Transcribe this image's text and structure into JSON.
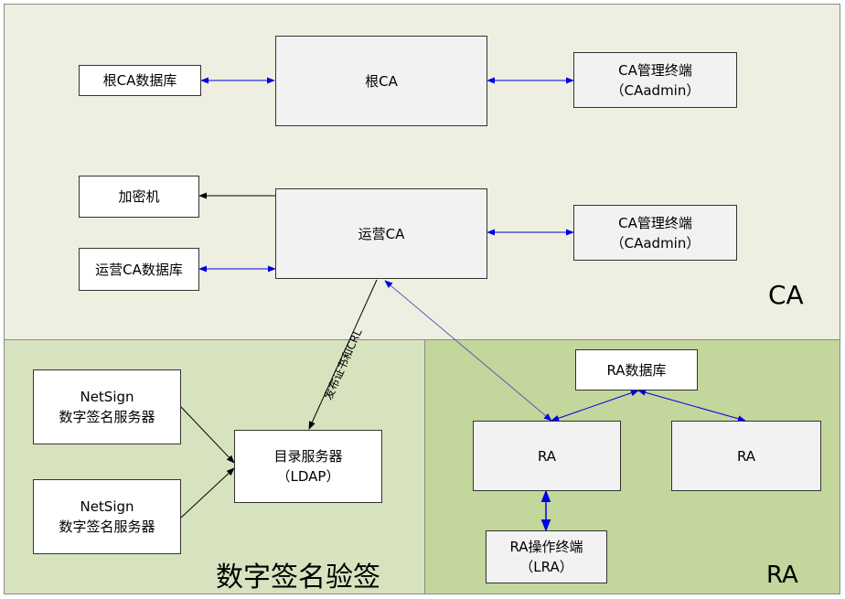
{
  "regions": {
    "ca": {
      "label": "CA"
    },
    "signature": {
      "label": "数字签名验签"
    },
    "ra": {
      "label": "RA"
    }
  },
  "nodes": {
    "root_ca_db": {
      "line1": "根CA数据库"
    },
    "root_ca": {
      "line1": "根CA"
    },
    "ca_admin_1": {
      "line1": "CA管理终端",
      "line2": "（CAadmin）"
    },
    "encryptor": {
      "line1": "加密机"
    },
    "ops_ca": {
      "line1": "运营CA"
    },
    "ca_admin_2": {
      "line1": "CA管理终端",
      "line2": "（CAadmin）"
    },
    "ops_ca_db": {
      "line1": "运营CA数据库"
    },
    "netsign_1": {
      "line1": "NetSign",
      "line2": "数字签名服务器"
    },
    "netsign_2": {
      "line1": "NetSign",
      "line2": "数字签名服务器"
    },
    "ldap": {
      "line1": "目录服务器",
      "line2": "（LDAP）"
    },
    "ra_db": {
      "line1": "RA数据库"
    },
    "ra_1": {
      "line1": "RA"
    },
    "ra_2": {
      "line1": "RA"
    },
    "lra": {
      "line1": "RA操作终端",
      "line2": "（LRA）"
    }
  },
  "edges": {
    "publish_label": "发布证书和CRL"
  },
  "colors": {
    "ca_region": "#eeefe1",
    "signature_region": "#d7e3bf",
    "ra_region": "#c3d69b",
    "blue_arrow": "#0000e6",
    "black_arrow": "#000000",
    "diag_line": "#5a5ab4"
  }
}
